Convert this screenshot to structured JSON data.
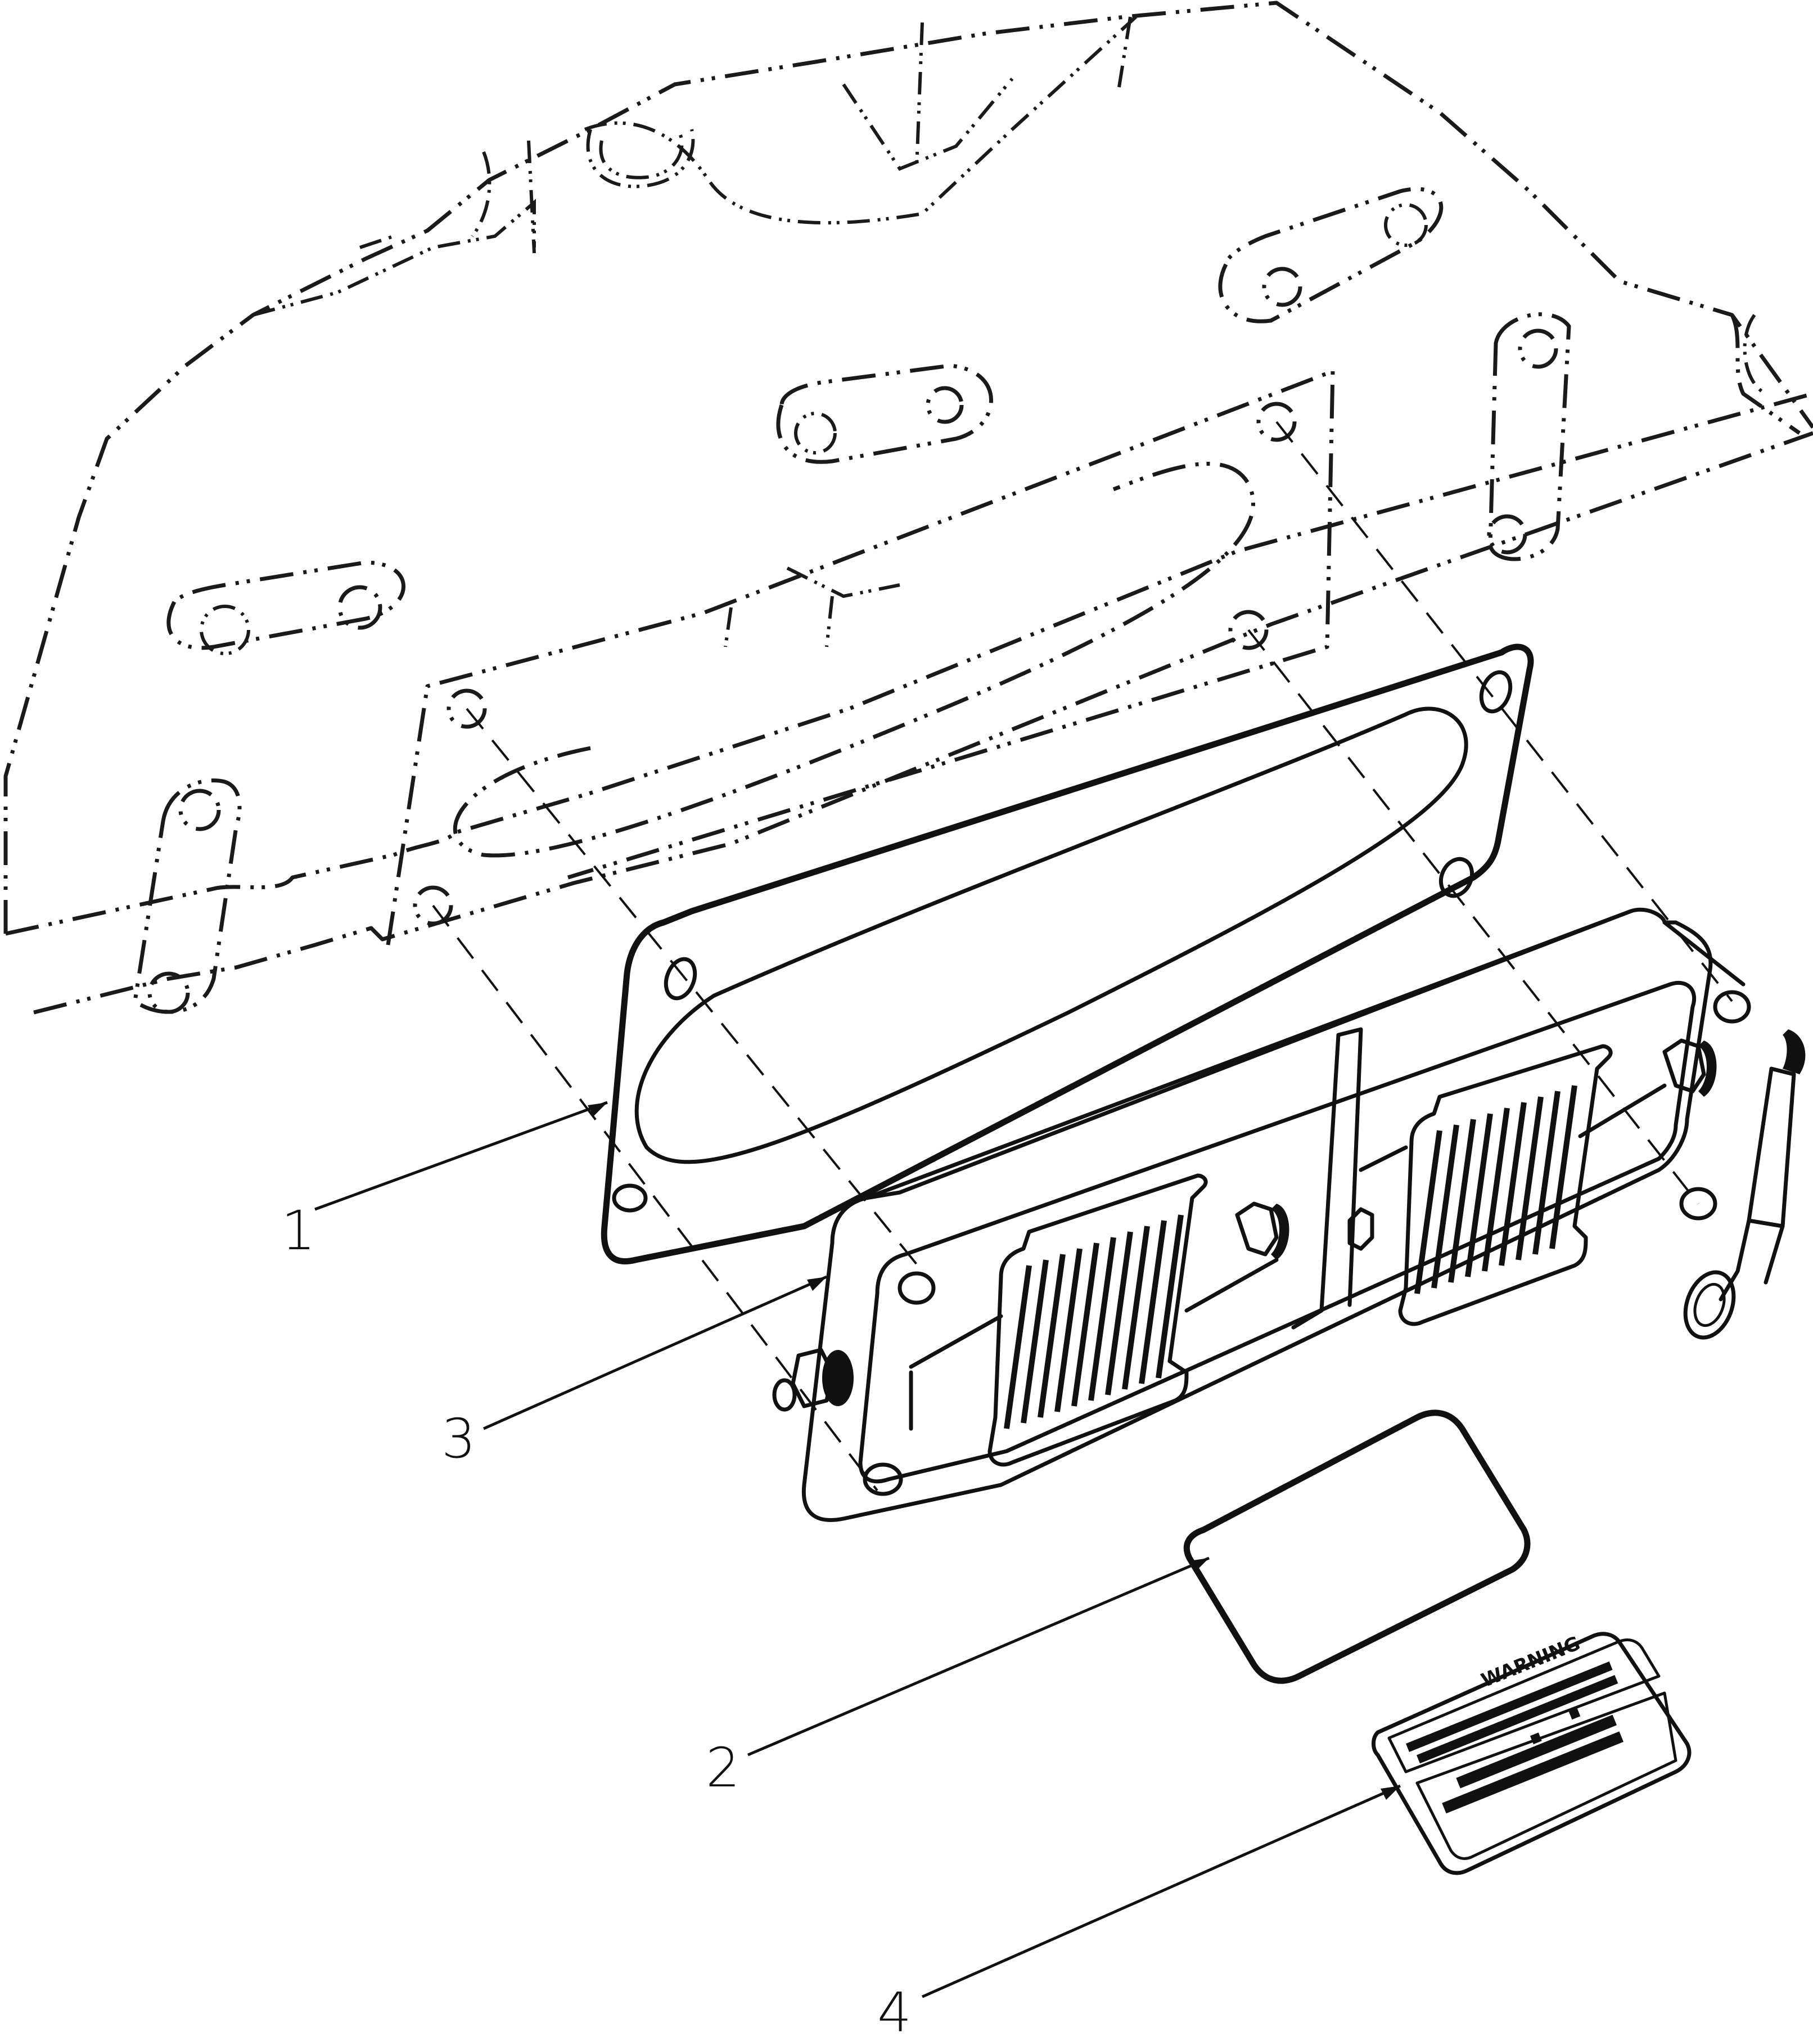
{
  "diagram": {
    "type": "exploded-parts-view",
    "description": "Exploded isometric parts diagram: a module mounts to a housing face (shown in phantom lines) via a gasket, with a blank cover plate and a warning label.",
    "colors": {
      "line": "#111111",
      "background": "#ffffff"
    }
  },
  "callouts": [
    {
      "id": "1",
      "label": "1",
      "part": "gasket"
    },
    {
      "id": "3",
      "label": "3",
      "part": "module-with-heatsinks"
    },
    {
      "id": "2",
      "label": "2",
      "part": "blank-plate"
    },
    {
      "id": "4",
      "label": "4",
      "part": "warning-label"
    }
  ],
  "warning_label": {
    "title": "WARNING"
  }
}
